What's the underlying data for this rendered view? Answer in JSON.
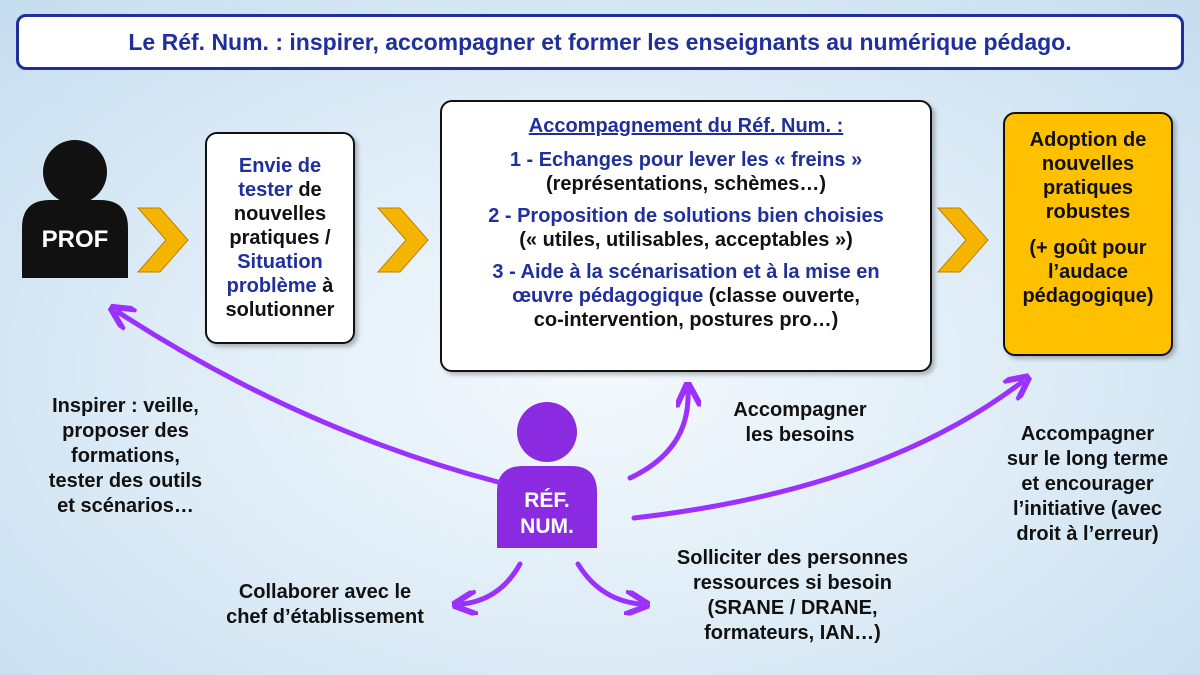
{
  "title": "Le Réf. Num. : inspirer, accompagner et former les enseignants au numérique pédago.",
  "prof": {
    "label": "PROF"
  },
  "ref": {
    "label_line1": "RÉF.",
    "label_line2": "NUM."
  },
  "envie": {
    "l1a": "Envie de",
    "l2a": "tester",
    "l2b": " de",
    "l3": "nouvelles",
    "l4": "pratiques /",
    "l5": "Situation",
    "l6a": "problème",
    "l6b": " à",
    "l7": "solutionner"
  },
  "accompagnement": {
    "heading": "Accompagnement du Réf. Num. :",
    "item1": "1 - Echanges pour lever les « freins »",
    "item1_sub": "(représentations, schèmes…)",
    "item2": "2 - Proposition de solutions bien choisies",
    "item2_sub": "(« utiles, utilisables, acceptables »)",
    "item3_l1": "3 - Aide à la scénarisation et à la mise en",
    "item3_l2a": "œuvre pédagogique",
    "item3_l2b": " (classe ouverte,",
    "item3_l3": "co-intervention, postures pro…)"
  },
  "adoption": {
    "l1": "Adoption de",
    "l2": "nouvelles",
    "l3": "pratiques",
    "l4": "robustes",
    "l5": "(+ goût pour",
    "l6": "l’audace",
    "l7": "pédagogique)"
  },
  "captions": {
    "inspirer": [
      "Inspirer : veille,",
      "proposer des",
      "formations,",
      "tester des outils",
      "et scénarios…"
    ],
    "accompagner_besoins": [
      "Accompagner",
      "les besoins"
    ],
    "long_terme": [
      "Accompagner",
      "sur le long terme",
      "et encourager",
      "l’initiative (avec",
      "droit à l’erreur)"
    ],
    "collaborer": [
      "Collaborer avec le",
      "chef d’établissement"
    ],
    "solliciter": [
      "Solliciter des personnes",
      "ressources si besoin",
      "(SRANE / DRANE,",
      "formateurs, IAN…)"
    ]
  },
  "colors": {
    "title_blue": "#1f2f9c",
    "chevron": "#f5b400",
    "arrow_purple": "#9b30ff",
    "adoption_fill": "#ffc000",
    "person_black": "#111111",
    "person_purple": "#8a2be2"
  }
}
